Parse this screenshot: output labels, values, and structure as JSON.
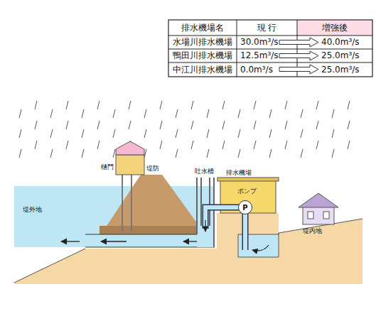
{
  "diagram": {
    "nodes": [
      {
        "text": [
          "P"
        ]
      }
    ],
    "labels": [
      "排水機場名",
      "現 行",
      "増強後",
      "水場川排水機場",
      "30.0m³/s",
      "40.0m³/s",
      "鴨田川排水機場",
      "12.5m³/s",
      "25.0m³/s",
      "中江川排水機場",
      "0.0m³/s",
      "25.0m³/s",
      "樋門",
      "堤防",
      "吐水槽",
      "排水機場",
      "ポンプ",
      "堤外地",
      "堤内地"
    ]
  }
}
